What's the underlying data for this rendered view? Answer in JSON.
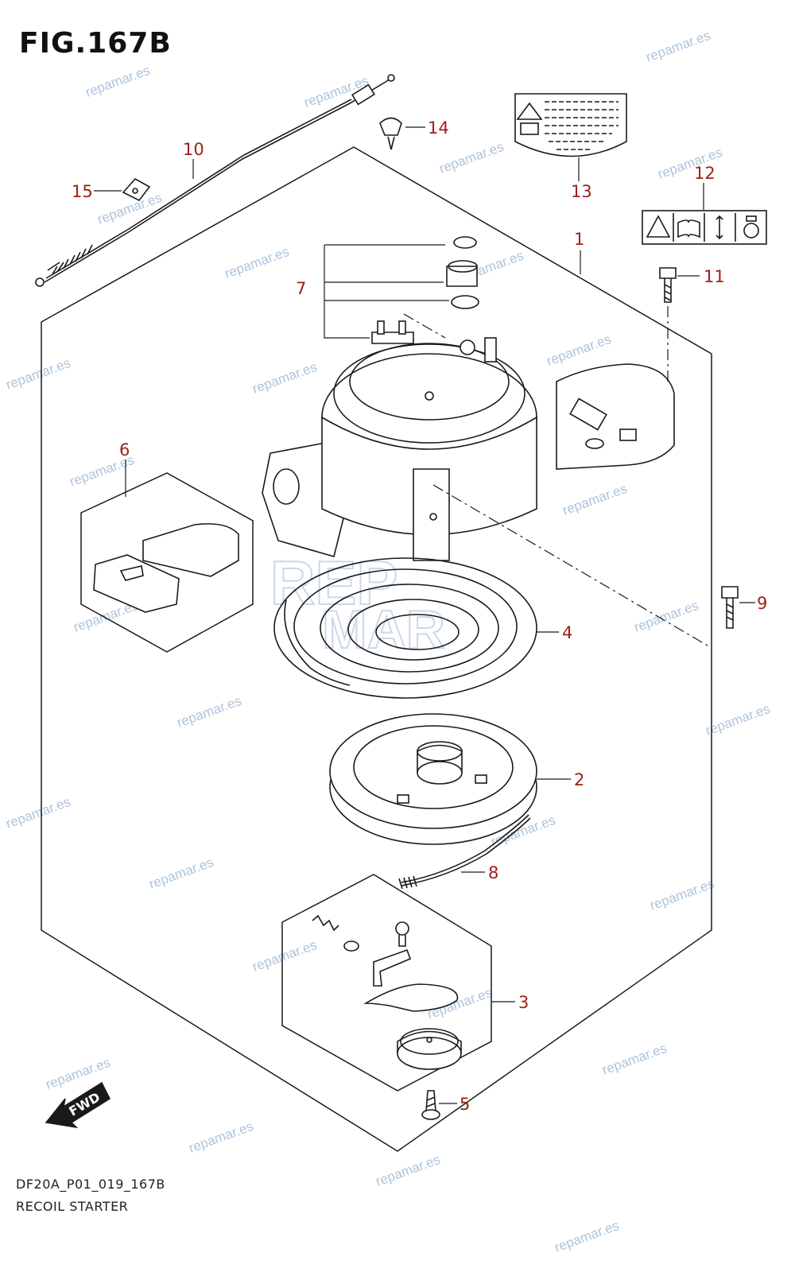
{
  "figure": {
    "title": "FIG.167B",
    "code": "DF20A_P01_019_167B",
    "name": "RECOIL STARTER",
    "fwd_label": "FWD"
  },
  "callouts": [
    "1",
    "2",
    "3",
    "4",
    "5",
    "6",
    "7",
    "8",
    "9",
    "10",
    "11",
    "12",
    "13",
    "14",
    "15"
  ],
  "watermark": "repamar.es",
  "colors": {
    "callout": "#a0201a",
    "watermark": "#9fb9d6",
    "line": "#1a1a1a"
  }
}
